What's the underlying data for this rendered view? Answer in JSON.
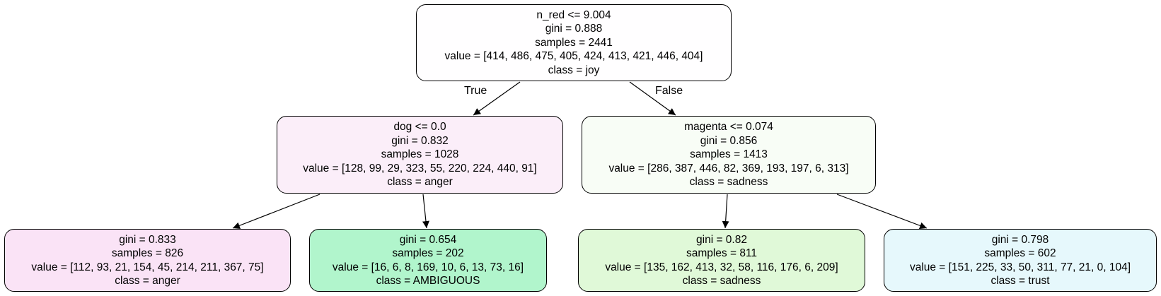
{
  "nodes": {
    "root": {
      "split": "n_red <= 9.004",
      "gini": "gini = 0.888",
      "samples": "samples = 2441",
      "value": "value = [414, 486, 475, 405, 424, 413, 421, 446, 404]",
      "class": "class = joy",
      "fill": "#fffeff"
    },
    "left": {
      "split": "dog <= 0.0",
      "gini": "gini = 0.832",
      "samples": "samples = 1028",
      "value": "value = [128, 99, 29, 323, 55, 220, 224, 440, 91]",
      "class": "class = anger",
      "fill": "#fbeef9"
    },
    "right": {
      "split": "magenta <= 0.074",
      "gini": "gini = 0.856",
      "samples": "samples = 1413",
      "value": "value = [286, 387, 446, 82, 369, 193, 197, 6, 313]",
      "class": "class = sadness",
      "fill": "#f8fdf6"
    },
    "ll": {
      "gini": "gini = 0.833",
      "samples": "samples = 826",
      "value": "value = [112, 93, 21, 154, 45, 214, 211, 367, 75]",
      "class": "class = anger",
      "fill": "#fae3f6"
    },
    "lr": {
      "gini": "gini = 0.654",
      "samples": "samples = 202",
      "value": "value = [16, 6, 8, 169, 10, 6, 13, 73, 16]",
      "class": "class = AMBIGUOUS",
      "fill": "#b1f5cc"
    },
    "rl": {
      "gini": "gini = 0.82",
      "samples": "samples = 811",
      "value": "value = [135, 162, 413, 32, 58, 116, 176, 6, 209]",
      "class": "class = sadness",
      "fill": "#e0f9d8"
    },
    "rr": {
      "gini": "gini = 0.798",
      "samples": "samples = 602",
      "value": "value = [151, 225, 33, 50, 311, 77, 21, 0, 104]",
      "class": "class = trust",
      "fill": "#e6f8fc"
    }
  },
  "edge_labels": {
    "true": "True",
    "false": "False"
  }
}
